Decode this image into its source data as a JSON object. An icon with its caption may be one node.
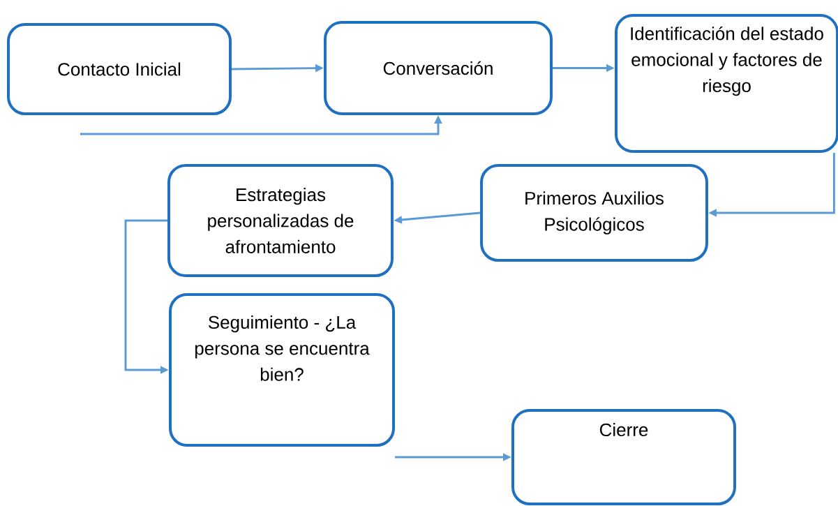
{
  "diagram": {
    "nodes": [
      {
        "text": [
          "Contacto Inicial"
        ]
      },
      {
        "text": [
          "Conversación"
        ]
      },
      {
        "text": [
          "Identificación del estado emocional y factores de riesgo"
        ]
      },
      {
        "text": [
          "Primeros Auxilios Psicológicos"
        ]
      },
      {
        "text": [
          "Estrategias personalizadas de afrontamiento"
        ]
      },
      {
        "text": [
          "Seguimiento - ¿La persona se encuentra bien?"
        ]
      },
      {
        "text": [
          "Cierre"
        ]
      }
    ],
    "edges": [
      {
        "from": 0,
        "to": 1,
        "arrow": "to"
      },
      {
        "from": null,
        "to": 1,
        "arrow": "to"
      },
      {
        "from": 1,
        "to": 2,
        "arrow": "to"
      },
      {
        "from": 2,
        "to": 3,
        "arrow": "to"
      },
      {
        "from": 3,
        "to": 4,
        "arrow": "to"
      },
      {
        "from": 4,
        "to": 5,
        "arrow": "to"
      },
      {
        "from": 5,
        "to": 6,
        "arrow": "to"
      }
    ]
  }
}
